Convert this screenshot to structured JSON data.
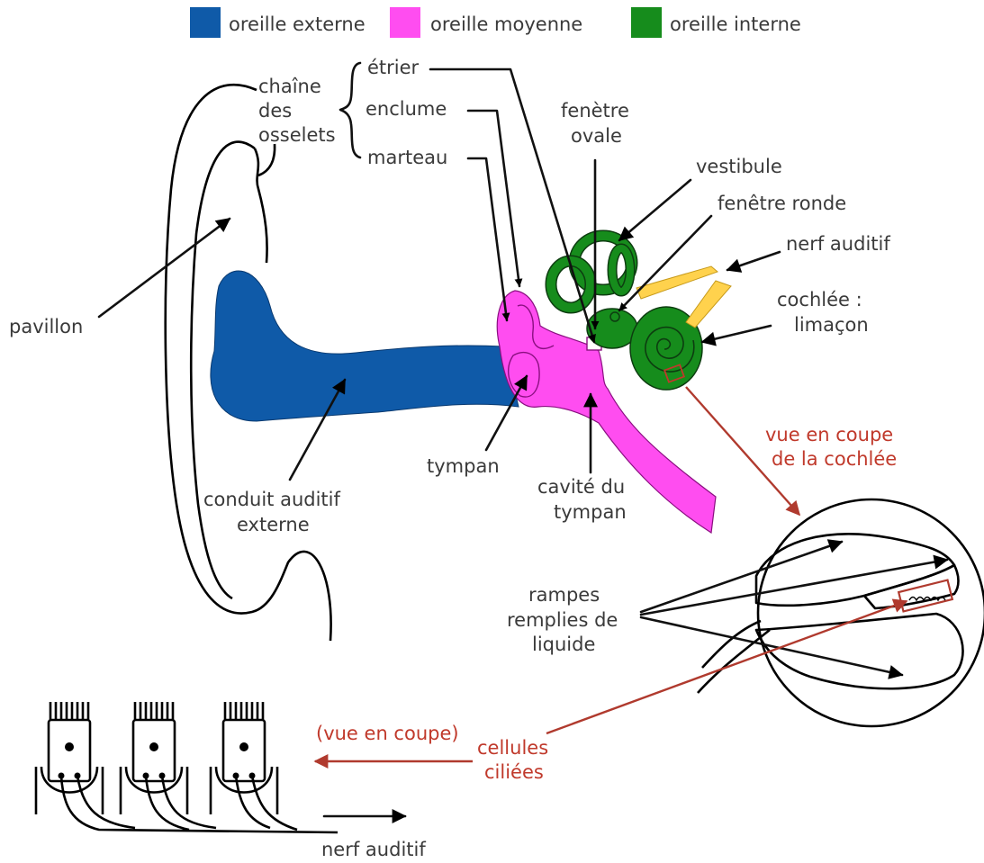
{
  "legend": [
    {
      "label": "oreille externe",
      "color": "#0f5aa8"
    },
    {
      "label": "oreille moyenne",
      "color": "#ff4df0"
    },
    {
      "label": "oreille interne",
      "color": "#168c1c"
    }
  ],
  "labels": {
    "chaine": [
      "chaîne",
      "des",
      "osselets"
    ],
    "etrier": "étrier",
    "enclume": "enclume",
    "marteau": "marteau",
    "fenetre_ovale": [
      "fenètre",
      "ovale"
    ],
    "vestibule": "vestibule",
    "fenetre_ronde": "fenêtre ronde",
    "nerf_auditif": "nerf auditif",
    "cochlee": [
      "cochlée :",
      "limaçon"
    ],
    "pavillon": "pavillon",
    "conduit": [
      "conduit auditif",
      "externe"
    ],
    "tympan": "tympan",
    "cavite": [
      "cavité du",
      "tympan"
    ],
    "vue_coupe_cochlee": [
      "vue en coupe",
      "de la cochlée"
    ],
    "rampes": [
      "rampes",
      "remplies de",
      "liquide"
    ],
    "vue_coupe": "(vue en coupe)",
    "cellules": [
      "cellules",
      "ciliées"
    ],
    "nerf_auditif_bas": "nerf auditif"
  },
  "colors": {
    "outer_ear": "#0f5aa8",
    "middle_ear": "#ff4df0",
    "inner_ear": "#168c1c",
    "nerve": "#ffd24d",
    "annotation_red": "#c0392b",
    "text": "#3a3a3a"
  }
}
